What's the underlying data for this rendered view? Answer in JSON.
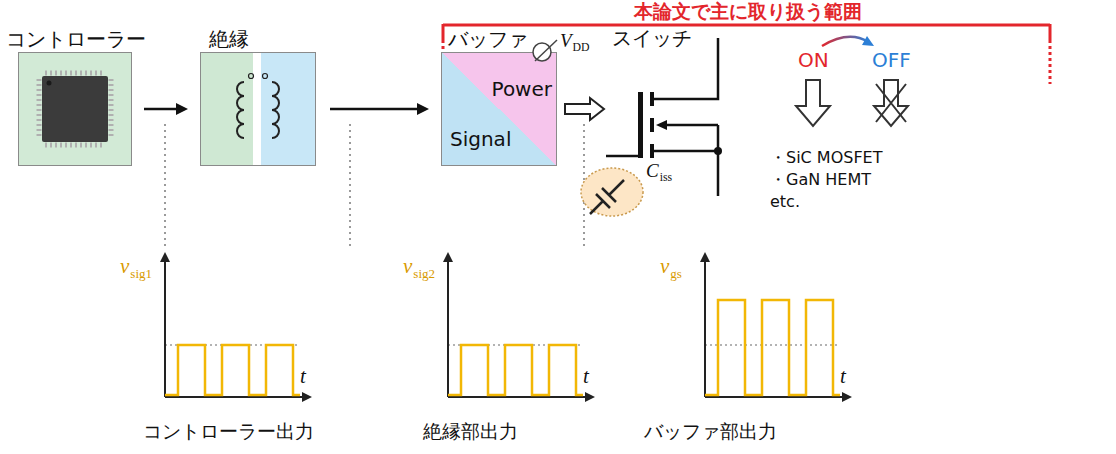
{
  "diagram": {
    "nodes": [
      {
        "text": [
          "コントローラー"
        ]
      },
      {
        "text": [
          "絶縁"
        ]
      },
      {
        "text": [
          "バッファ",
          "Power",
          "Signal"
        ]
      },
      {
        "text": [
          "スイッチ"
        ]
      }
    ],
    "edges": [
      {
        "from": 0,
        "to": 1,
        "arrow": "to"
      },
      {
        "from": 1,
        "to": 2,
        "arrow": "to"
      },
      {
        "from": 2,
        "to": 3,
        "arrow": "to"
      }
    ],
    "labels": [
      "本論文で主に取り扱う範囲",
      "V",
      "DD",
      "C",
      "iss",
      "ON",
      "OFF",
      "・SiC MOSFET",
      "・GaN HEMT",
      "etc.",
      "v",
      "sig1",
      "t",
      "コントローラー出力",
      "v",
      "sig2",
      "t",
      "絶縁部出力",
      "v",
      "gs",
      "t",
      "バッファ部出力"
    ]
  }
}
